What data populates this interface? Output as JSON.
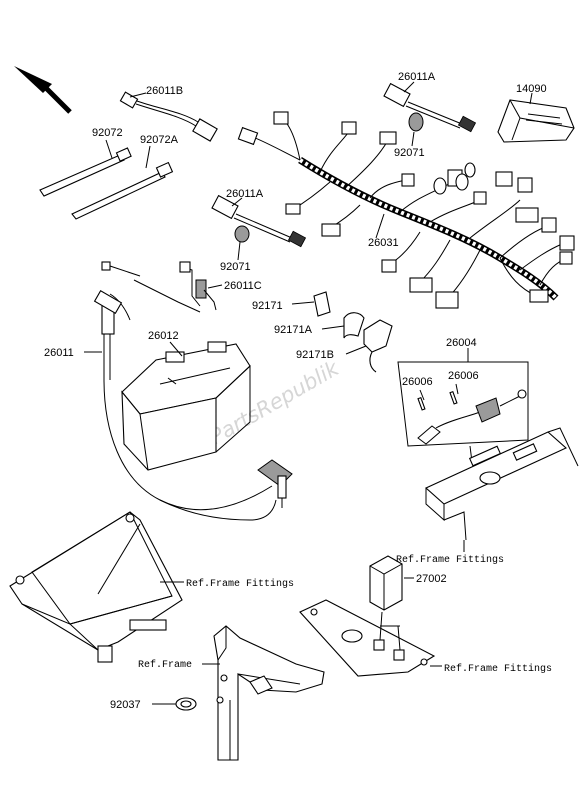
{
  "watermark": "PartsRepublik",
  "part_labels": {
    "p26011B": "26011B",
    "p26011A_top": "26011A",
    "p14090": "14090",
    "p92072": "92072",
    "p92072A": "92072A",
    "p92071_top": "92071",
    "p26011A_mid": "26011A",
    "p26031": "26031",
    "p92071_mid": "92071",
    "p26011C": "26011C",
    "p92171": "92171",
    "p92171A": "92171A",
    "p92171B": "92171B",
    "p26012": "26012",
    "p26011": "26011",
    "p26004": "26004",
    "p26006_a": "26006",
    "p26006_b": "26006",
    "p27002": "27002",
    "p92037": "92037"
  },
  "ref_labels": {
    "frame_fittings_1": "Ref.Frame Fittings",
    "frame_fittings_2": "Ref.Frame Fittings",
    "frame_fittings_3": "Ref.Frame Fittings",
    "frame": "Ref.Frame"
  },
  "icons": {
    "direction": "arrow-up-left-icon"
  }
}
